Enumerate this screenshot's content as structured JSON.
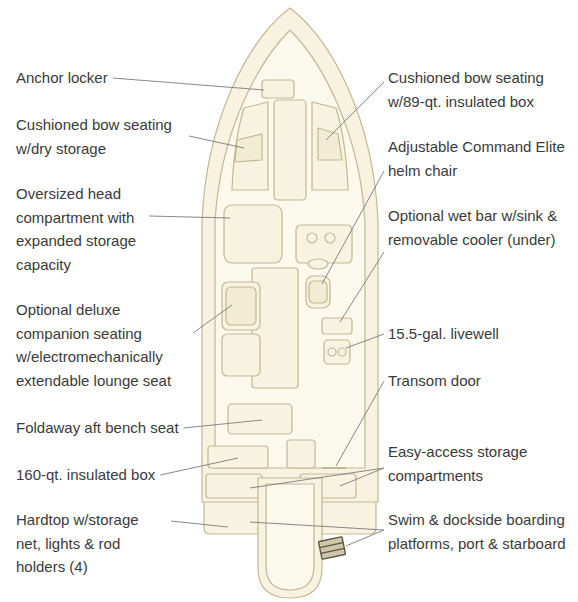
{
  "diagram": {
    "labels": [
      "Anchor locker",
      "Cushioned bow seating w/dry storage",
      "Oversized head compartment with expanded storage capacity",
      "Optional deluxe companion seating w/electromechanically extendable lounge seat",
      "Foldaway aft bench seat",
      "160-qt. insulated box",
      "Hardtop w/storage net, lights & rod holders (4)",
      "Cushioned bow seating w/89-qt. insulated box",
      "Adjustable Command Elite helm chair",
      "Optional wet bar w/sink & removable cooler (under)",
      "15.5-gal. livewell",
      "Transom door",
      "Easy-access storage compartments",
      "Swim & dockside boarding platforms, port & starboard"
    ]
  }
}
